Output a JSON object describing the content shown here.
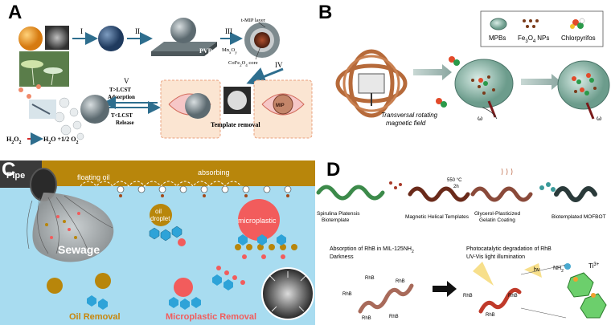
{
  "panels": {
    "a": {
      "label": "A",
      "steps": [
        "I",
        "II",
        "III",
        "IV",
        "V"
      ],
      "pvp": "PVP",
      "tmip": "t-MIP layer",
      "mno": "Mn",
      "mno_sub1": "x",
      "mno_o": "O",
      "mno_sub2": "y",
      "core": "CoFe",
      "core_sub1": "2",
      "core_o": "O",
      "core_sub2": "4",
      "core_end": " core",
      "t_high": "T>LCST",
      "adsorption": "Adsorption",
      "t_low": "T<LCST",
      "release": "Release",
      "template_removal": "Template removal",
      "reaction_h2o2": "H",
      "reaction_h2o2_sub1": "2",
      "reaction_h2o2_o": "O",
      "reaction_h2o2_sub2": "2",
      "reaction_products": "H",
      "reaction_products_sub": "2",
      "reaction_products_o": "O +1/2 O",
      "reaction_products_sub2": "2"
    },
    "b": {
      "label": "B",
      "legend": [
        "MPBs",
        "Fe",
        "NPs",
        "Chlorpyrifos"
      ],
      "fe_sub1": "3",
      "fe_o": "O",
      "fe_sub2": "4",
      "field_line1": "Transversal rotating",
      "field_line2": "magnetic field",
      "omega": "ω"
    },
    "c": {
      "label": "C",
      "pipe": "Pipe",
      "floating_oil": "floating oil",
      "absorbing": "absorbing",
      "oil_droplet_1": "oil",
      "oil_droplet_2": "droplet",
      "microplastic": "microplastic",
      "sewage": "Sewage",
      "oil_removal": "Oil Removal",
      "microplastic_removal": "Microplastic Removal"
    },
    "d": {
      "label": "D",
      "stage_labels": [
        [
          "Spirulina Platensis",
          "Biotemplate"
        ],
        [
          "Magnetic Helical Templates"
        ],
        [
          "Glycerol-Plasticized",
          "Gelatin Coating"
        ],
        [
          "Biotemplated MOFBOT"
        ]
      ],
      "temp": "550 °C",
      "time": "2h",
      "absorption_line1": "Absorption of RhB in MIL-125NH",
      "absorption_sub": "2",
      "absorption_line2": "Darkness",
      "photo_line1": "Photocatalytic degradation of RhB",
      "photo_line2": "UV-Vis light illumination",
      "rhb": "RhB",
      "hv": "hv",
      "nh2": "NH",
      "nh2_sub": "2",
      "nh2_sup": "+",
      "ti": "Ti",
      "ti_sup": "3+"
    }
  },
  "colors": {
    "water": "#a8dcf0",
    "oil": "#b8860b",
    "microplastic": "#f25c5c",
    "sewage": "#9a9a9a",
    "removal_oil_text": "#c8860b",
    "removal_mp_text": "#f25c5c",
    "arrow_blue": "#2e6e8e"
  }
}
